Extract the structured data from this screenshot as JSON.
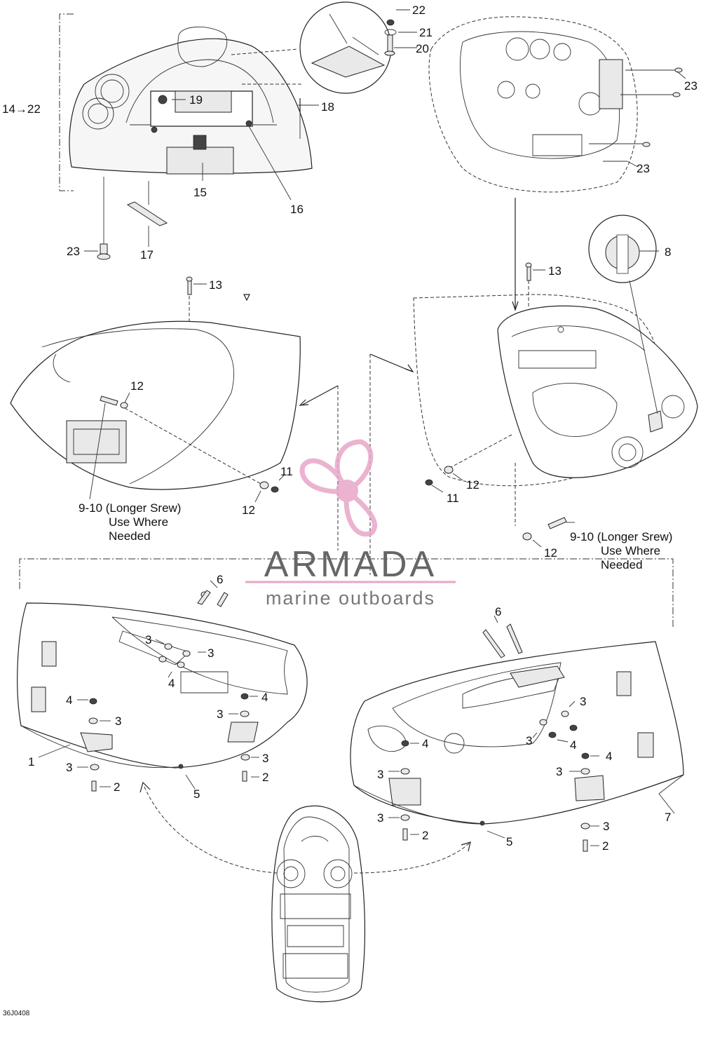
{
  "callouts": {
    "c14_22": "14→22",
    "c22": "22",
    "c21": "21",
    "c20": "20",
    "c19": "19",
    "c18": "18",
    "c15": "15",
    "c16": "16",
    "c17": "17",
    "c23": "23",
    "c13": "13",
    "c8": "8",
    "c12": "12",
    "c11": "11",
    "c6": "6",
    "c5": "5",
    "c4": "4",
    "c3": "3",
    "c2": "2",
    "c1": "1",
    "c7": "7"
  },
  "notes": {
    "longer_screw_line1": "9-10 (Longer Srew)",
    "longer_screw_line2": "Use Where",
    "longer_screw_line3": "Needed"
  },
  "watermark": {
    "brand": "ARMADA",
    "tagline": "marine outboards",
    "accent_color": "#e8a6c8",
    "text_color": "#666666"
  },
  "figure_code": "36J0408"
}
